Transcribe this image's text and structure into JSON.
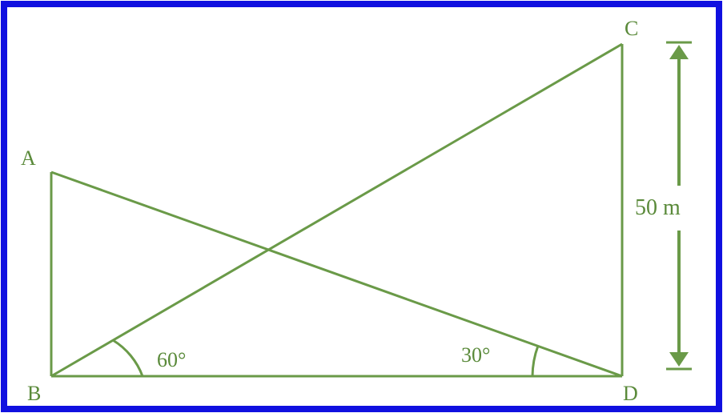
{
  "colors": {
    "frame": "#1010e0",
    "line": "#6a9a48",
    "text": "#5a8a3a",
    "background": "#ffffff"
  },
  "points": {
    "A": "A",
    "B": "B",
    "C": "C",
    "D": "D"
  },
  "angles": {
    "at_B": "60°",
    "at_D": "30°"
  },
  "dimension": {
    "CD": "50 m"
  }
}
